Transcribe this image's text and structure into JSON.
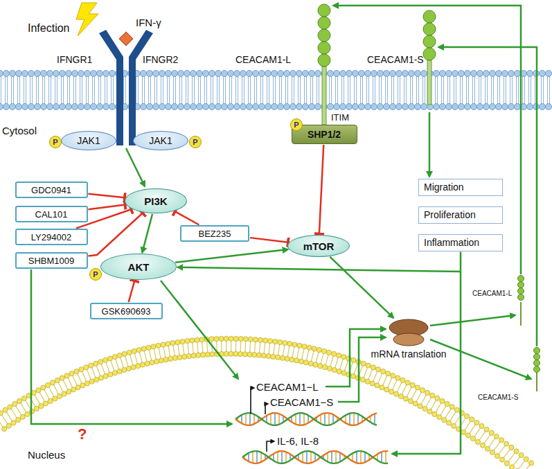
{
  "diagram": {
    "nodes": [
      {
        "text": [
          "P"
        ]
      },
      {
        "text": [
          "JAK1"
        ]
      },
      {
        "text": [
          "JAK1"
        ]
      },
      {
        "text": [
          "P"
        ]
      },
      {
        "text": [
          "SHP1/2"
        ]
      },
      {
        "text": [
          "P"
        ]
      },
      {
        "text": [
          "GDC0941"
        ]
      },
      {
        "text": [
          "PI3K"
        ]
      },
      {
        "text": [
          "CAL101"
        ]
      },
      {
        "text": [
          "LY294002"
        ]
      },
      {
        "text": [
          "SHBM1009"
        ]
      },
      {
        "text": [
          "BEZ235"
        ]
      },
      {
        "text": [
          "Migration"
        ]
      },
      {
        "text": [
          "Proliferation"
        ]
      },
      {
        "text": [
          "mTOR"
        ]
      },
      {
        "text": [
          "Inflammation"
        ]
      },
      {
        "text": [
          "P"
        ]
      },
      {
        "text": [
          "AKT"
        ]
      },
      {
        "text": [
          "GSK690693"
        ]
      },
      {
        "text": [
          "mRNA translation"
        ]
      }
    ],
    "edges": [
      {
        "from": 6,
        "to": 7,
        "arrow": "to"
      },
      {
        "from": 8,
        "to": 7,
        "arrow": "to"
      },
      {
        "from": 9,
        "to": 7,
        "arrow": "to"
      },
      {
        "from": 10,
        "to": 7,
        "arrow": "to"
      },
      {
        "from": 11,
        "to": 7,
        "arrow": "to"
      },
      {
        "from": 11,
        "to": 14,
        "arrow": "to"
      },
      {
        "from": 18,
        "to": 17,
        "arrow": "to"
      },
      {
        "from": 7,
        "to": 17,
        "arrow": "to"
      },
      {
        "from": 17,
        "to": 14,
        "arrow": "to"
      },
      {
        "from": 4,
        "to": 14,
        "arrow": "to"
      },
      {
        "from": 15,
        "to": 17,
        "arrow": "to"
      },
      {
        "from": 14,
        "to": 19,
        "arrow": "to"
      }
    ],
    "labels": [
      "Infection",
      "IFN-γ",
      "IFNGR1",
      "IFNGR2",
      "CEACAM1-L",
      "CEACAM1-S",
      "Cytosol",
      "ITIM",
      "CEACAM1-L",
      "CEACAM1-S",
      "CEACAM1−L",
      "CEACAM1−S",
      "IL-6, IL-8",
      "Nucleus",
      "?"
    ]
  }
}
